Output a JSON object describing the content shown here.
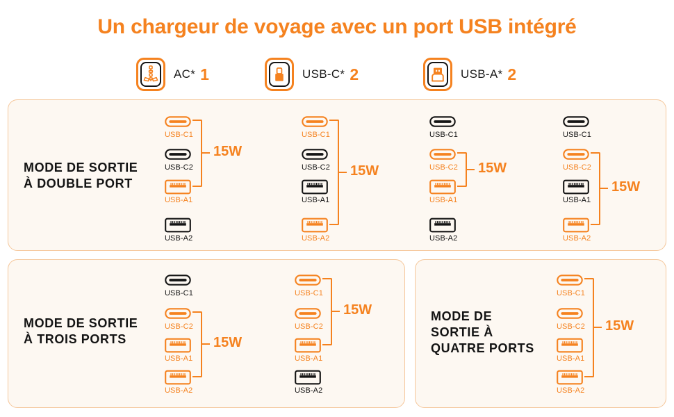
{
  "title": "Un chargeur de voyage avec un port USB intégré",
  "colors": {
    "accent": "#F5821F",
    "ink": "#141414",
    "panel_bg": "#FDF8F2",
    "panel_border": "#F5C79B"
  },
  "legend": [
    {
      "icon": "ac-plug-icon",
      "label": "AC*",
      "count": "1"
    },
    {
      "icon": "usb-c-icon",
      "label": "USB-C*",
      "count": "2"
    },
    {
      "icon": "usb-a-icon",
      "label": "USB-A*",
      "count": "2"
    }
  ],
  "port_labels": {
    "c1": "USB-C1",
    "c2": "USB-C2",
    "a1": "USB-A1",
    "a2": "USB-A2"
  },
  "panels": [
    {
      "id": "panel-dual",
      "title": "MODE DE SORTIE\nÀ DOUBLE PORT",
      "columns": [
        {
          "ports": [
            {
              "type": "usb-c",
              "label": "USB-C1",
              "active": true
            },
            {
              "type": "usb-c",
              "label": "USB-C2",
              "active": false
            },
            {
              "type": "usb-a",
              "label": "USB-A1",
              "active": true
            },
            {
              "type": "usb-a",
              "label": "USB-A2",
              "active": false
            }
          ],
          "watt": "15W"
        },
        {
          "ports": [
            {
              "type": "usb-c",
              "label": "USB-C1",
              "active": true
            },
            {
              "type": "usb-c",
              "label": "USB-C2",
              "active": false
            },
            {
              "type": "usb-a",
              "label": "USB-A1",
              "active": false
            },
            {
              "type": "usb-a",
              "label": "USB-A2",
              "active": true
            }
          ],
          "watt": "15W"
        },
        {
          "ports": [
            {
              "type": "usb-c",
              "label": "USB-C1",
              "active": false
            },
            {
              "type": "usb-c",
              "label": "USB-C2",
              "active": true
            },
            {
              "type": "usb-a",
              "label": "USB-A1",
              "active": true
            },
            {
              "type": "usb-a",
              "label": "USB-A2",
              "active": false
            }
          ],
          "watt": "15W"
        },
        {
          "ports": [
            {
              "type": "usb-c",
              "label": "USB-C1",
              "active": false
            },
            {
              "type": "usb-c",
              "label": "USB-C2",
              "active": true
            },
            {
              "type": "usb-a",
              "label": "USB-A1",
              "active": false
            },
            {
              "type": "usb-a",
              "label": "USB-A2",
              "active": true
            }
          ],
          "watt": "15W"
        }
      ]
    },
    {
      "id": "panel-triple",
      "title": "MODE DE SORTIE\nÀ TROIS PORTS",
      "columns": [
        {
          "ports": [
            {
              "type": "usb-c",
              "label": "USB-C1",
              "active": false
            },
            {
              "type": "usb-c",
              "label": "USB-C2",
              "active": true
            },
            {
              "type": "usb-a",
              "label": "USB-A1",
              "active": true
            },
            {
              "type": "usb-a",
              "label": "USB-A2",
              "active": true
            }
          ],
          "watt": "15W"
        },
        {
          "ports": [
            {
              "type": "usb-c",
              "label": "USB-C1",
              "active": true
            },
            {
              "type": "usb-c",
              "label": "USB-C2",
              "active": true
            },
            {
              "type": "usb-a",
              "label": "USB-A1",
              "active": true
            },
            {
              "type": "usb-a",
              "label": "USB-A2",
              "active": false
            }
          ],
          "watt": "15W"
        }
      ]
    },
    {
      "id": "panel-quad",
      "title": "MODE DE\nSORTIE À\nQUATRE PORTS",
      "columns": [
        {
          "ports": [
            {
              "type": "usb-c",
              "label": "USB-C1",
              "active": true
            },
            {
              "type": "usb-c",
              "label": "USB-C2",
              "active": true
            },
            {
              "type": "usb-a",
              "label": "USB-A1",
              "active": true
            },
            {
              "type": "usb-a",
              "label": "USB-A2",
              "active": true
            }
          ],
          "watt": "15W"
        }
      ]
    }
  ]
}
